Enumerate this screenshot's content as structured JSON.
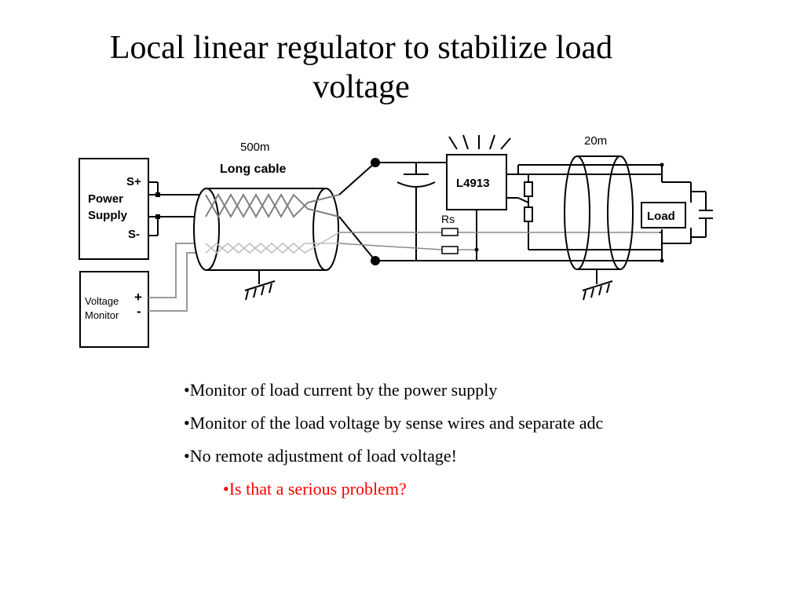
{
  "slide": {
    "title_line1": "Local linear regulator to stabilize load",
    "title_line2": "voltage"
  },
  "diagram": {
    "cable_length_label": "500m",
    "cable_name_label": "Long cable",
    "short_cable_label": "20m",
    "regulator_label": "L4913",
    "sense_resistor_label": "Rs",
    "load_label": "Load",
    "power_supply": {
      "label_line1": "Power",
      "label_line2": "Supply",
      "s_plus": "S+",
      "s_minus": "S-"
    },
    "voltage_monitor": {
      "label_line1": "Voltage",
      "label_line2": "Monitor",
      "plus": "+",
      "minus": "-"
    }
  },
  "bullets": [
    "•Monitor of load current by the power supply",
    "•Monitor of the load voltage by sense wires and separate adc",
    "•No remote adjustment of load voltage!"
  ],
  "sub_bullet": "•Is that a serious problem?",
  "colors": {
    "sub_bullet": "#ff0000",
    "text": "#000000"
  }
}
